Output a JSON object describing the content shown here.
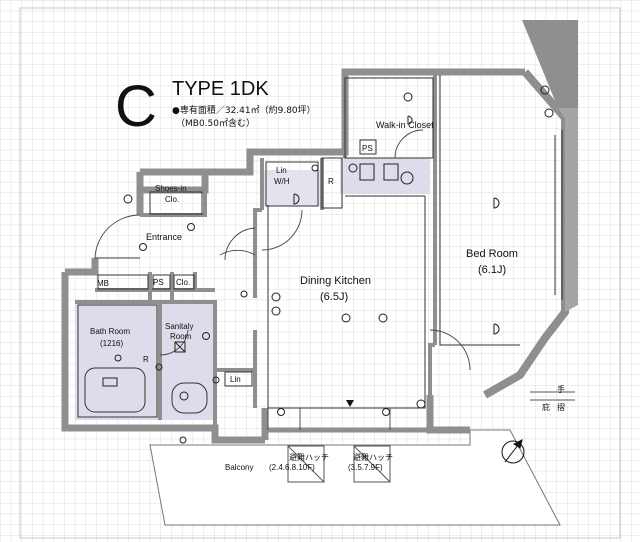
{
  "header": {
    "type_letter": "C",
    "type_name": "TYPE  1DK",
    "area_line": "●専有面積／32.41㎡（約9.80坪）",
    "mb_line": "（MB0.50㎡含む）"
  },
  "rooms": {
    "walk_in_closet": "Walk-in Closet",
    "ps_top": "PS",
    "lin_wm_1": "Lin",
    "lin_wm_2": "W/H",
    "r_top": "R",
    "shoes_in_1": "Shoes-in",
    "shoes_in_2": "Clo.",
    "entrance": "Entrance",
    "dining_kitchen": "Dining Kitchen",
    "dining_kitchen_size": "(6.5J)",
    "bed_room": "Bed Room",
    "bed_room_size": "(6.1J)",
    "mb": "MB",
    "ps_mid": "PS",
    "clo_mid": "Clo.",
    "bath_room": "Bath Room",
    "bath_room_size": "(1216)",
    "sanitaly_1": "Sanitaly",
    "sanitaly_2": "Room",
    "r_bath": "R",
    "lin_bottom": "Lin",
    "balcony": "Balcony",
    "hatch_1": "避難ハッチ",
    "hatch_1_floors": "(2.4.6.8.10F)",
    "hatch_2": "避難ハッチ",
    "hatch_2_floors": "(3.5.7.9F)",
    "handrail_1": "手",
    "handrail_2": "摺",
    "handrail_3": "庇"
  },
  "colors": {
    "grid": "#c9c9c9",
    "wall": "#8f8f8f",
    "wet_area": "#dcdceb",
    "ink": "#111111"
  }
}
